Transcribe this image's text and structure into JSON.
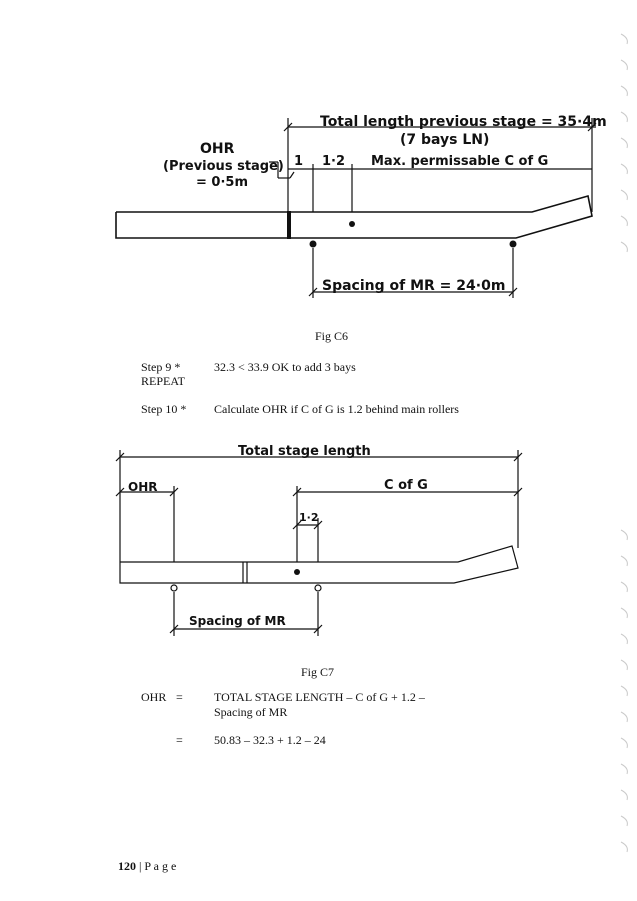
{
  "fig_c6": {
    "total_length_line1": "Total length previous stage = 35·4m",
    "total_length_line2": "(7 bays LN)",
    "ohr_title": "OHR",
    "ohr_sub": "(Previous stage)",
    "ohr_value": "= 0·5m",
    "dim_1": "1",
    "dim_1_2": "1·2",
    "max_cog": "Max. permissable C of G",
    "spacing": "Spacing of MR = 24·0m",
    "caption": "Fig C6"
  },
  "steps": [
    {
      "label": "Step 9 *",
      "text": "32.3 < 33.9 OK to add 3 bays"
    },
    {
      "label": "REPEAT",
      "text": ""
    },
    {
      "label": "Step 10 *",
      "text": "Calculate OHR if C of G is 1.2 behind main rollers"
    }
  ],
  "fig_c7": {
    "total_stage": "Total stage length",
    "ohr": "OHR",
    "cog": "C of G",
    "dim_1_2": "1·2",
    "spacing": "Spacing of MR",
    "caption": "Fig C7"
  },
  "equation": {
    "lhs": "OHR",
    "eq1": "=",
    "rhs1_line1": "TOTAL STAGE LENGTH – C of G + 1.2 –",
    "rhs1_line2": "Spacing of MR",
    "eq2": "=",
    "rhs2": "50.83 – 32.3 + 1.2 – 24"
  },
  "footer": {
    "page_number": "120",
    "separator": "|",
    "page_word": "P a g e"
  }
}
